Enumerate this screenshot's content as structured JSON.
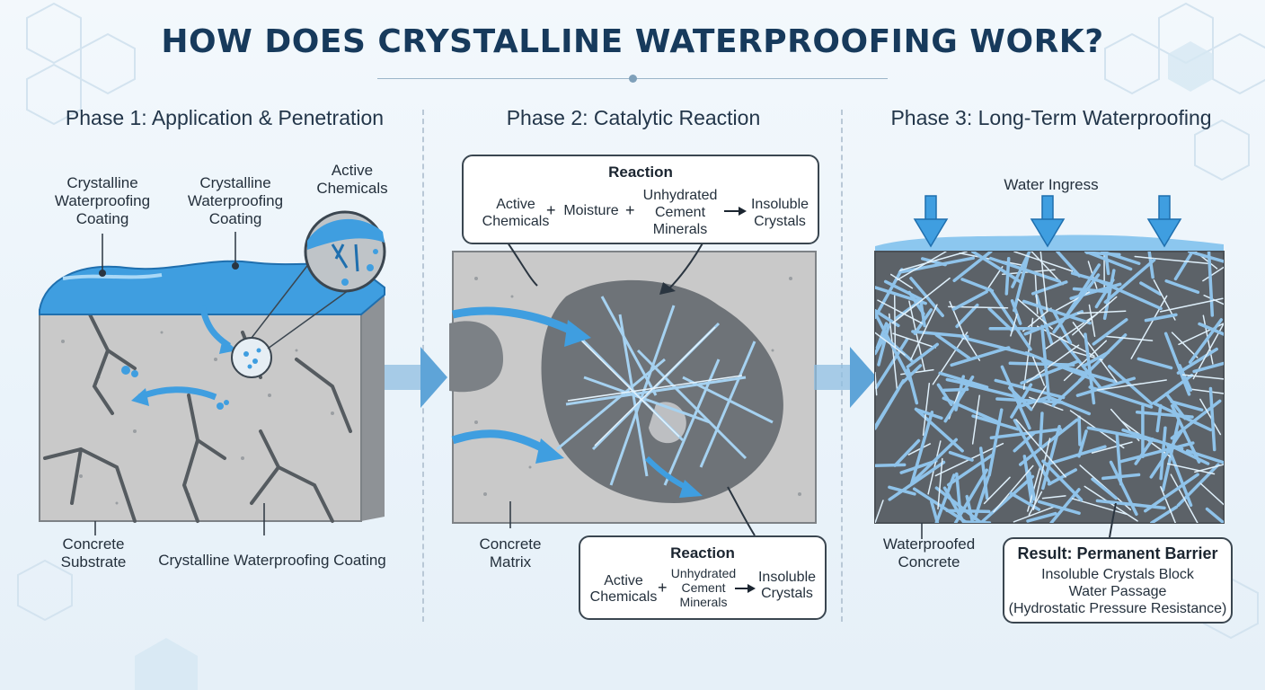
{
  "title": "HOW DOES CRYSTALLINE WATERPROOFING WORK?",
  "phases": [
    {
      "heading": "Phase 1: Application & Penetration",
      "labels": {
        "coating_a": [
          "Crystalline",
          "Waterproofing",
          "Coating"
        ],
        "coating_b": [
          "Crystalline",
          "Waterproofing",
          "Coating"
        ],
        "active": [
          "Active",
          "Chemicals"
        ],
        "substrate": [
          "Concrete",
          "Substrate"
        ],
        "coating_bottom": "Crystalline Waterproofing Coating"
      }
    },
    {
      "heading": "Phase 2: Catalytic Reaction",
      "reaction_top": {
        "title": "Reaction",
        "term1": [
          "Active",
          "Chemicals"
        ],
        "plus": "+",
        "term2": "Moisture",
        "term3": [
          "Unhydrated",
          "Cement",
          "Minerals"
        ],
        "product": [
          "Insoluble",
          "Crystals"
        ]
      },
      "matrix": [
        "Concrete",
        "Matrix"
      ],
      "reaction_bottom": {
        "title": "Reaction",
        "term1": [
          "Active",
          "Chemicals"
        ],
        "plus": "+",
        "term2": [
          "Unhydrated",
          "Cement",
          "Minerals"
        ],
        "product": [
          "Insoluble",
          "Crystals"
        ]
      }
    },
    {
      "heading": "Phase 3: Long-Term Waterproofing",
      "water": "Water Ingress",
      "concrete": [
        "Waterproofed",
        "Concrete"
      ],
      "result": {
        "title": "Result: Permanent Barrier",
        "lines": [
          "Insoluble Crystals Block",
          "Water Passage",
          "(Hydrostatic Pressure Resistance)"
        ]
      }
    }
  ],
  "colors": {
    "title": "#173a5c",
    "water": "#3f9ee0",
    "crystal": "#9cc8ea",
    "concrete": "#c9c9c9"
  }
}
